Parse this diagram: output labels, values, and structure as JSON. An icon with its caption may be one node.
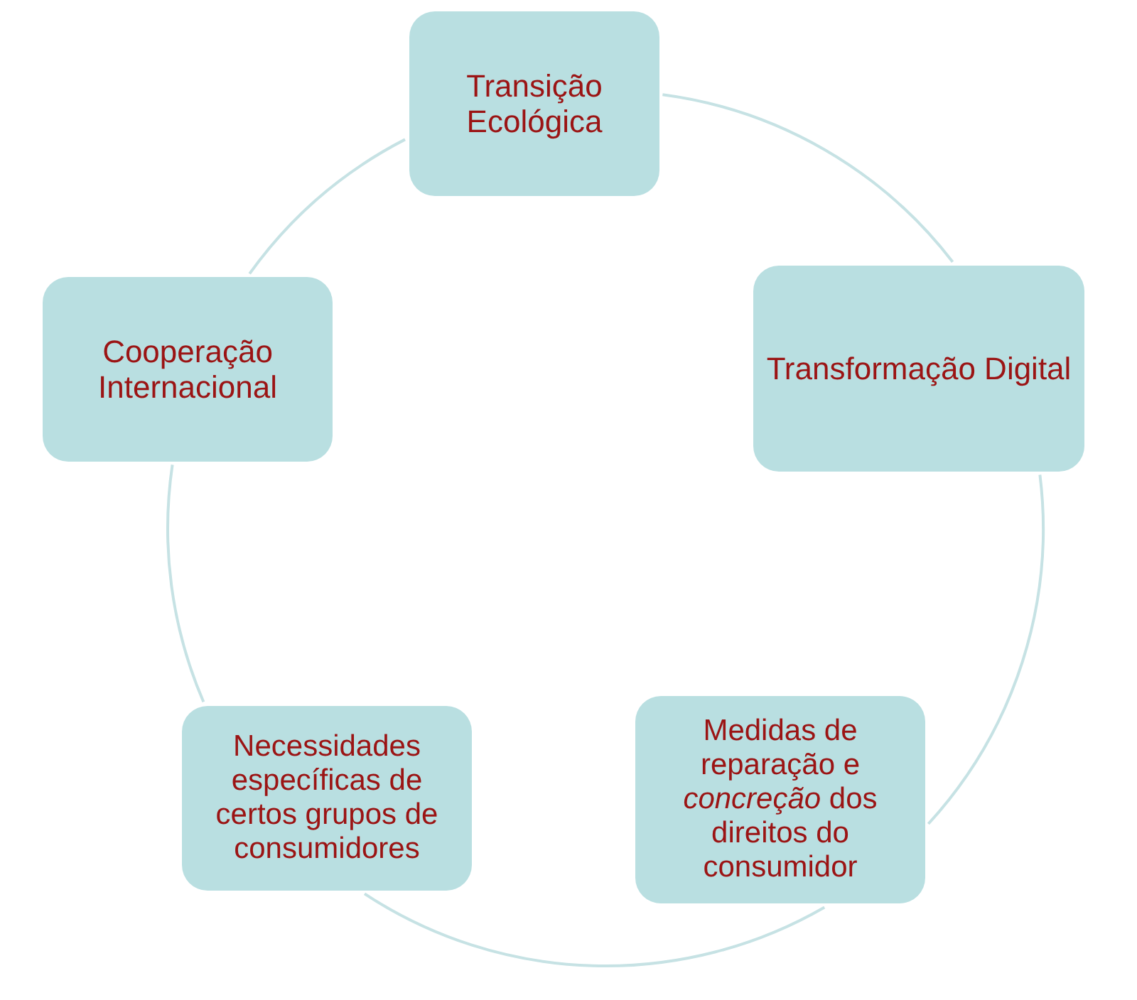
{
  "diagram": {
    "nodes": [
      {
        "text": [
          "Transição Ecológica"
        ]
      },
      {
        "text": [
          "Transformação Digital"
        ]
      },
      {
        "text": [
          "Medidas de reparação e *concreção* dos direitos do consumidor"
        ]
      },
      {
        "text": [
          "Necessidades específicas  de certos grupos de consumidores"
        ]
      },
      {
        "text": [
          "Cooperação Internacional"
        ]
      }
    ],
    "edges": [
      {
        "from": 0,
        "to": 1,
        "arrow": "none"
      },
      {
        "from": 1,
        "to": 2,
        "arrow": "none"
      },
      {
        "from": 2,
        "to": 3,
        "arrow": "none"
      },
      {
        "from": 3,
        "to": 4,
        "arrow": "none"
      },
      {
        "from": 4,
        "to": 0,
        "arrow": "none"
      }
    ]
  }
}
